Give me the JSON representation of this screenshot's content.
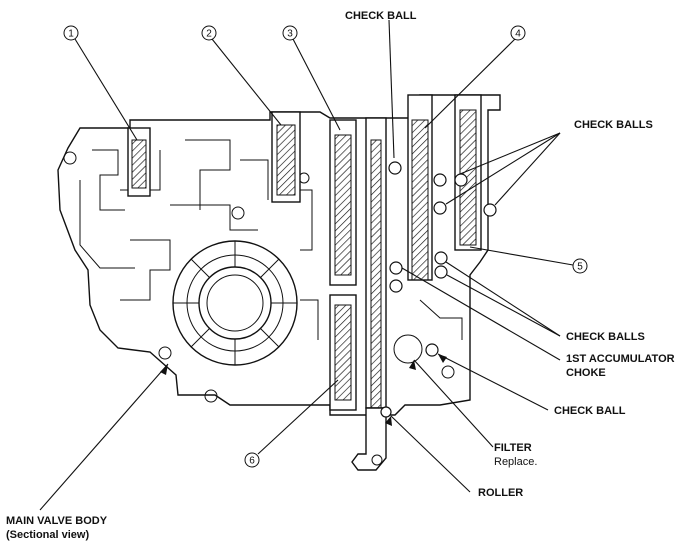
{
  "callouts": {
    "c1": "1",
    "c2": "2",
    "c3": "3",
    "c4": "4",
    "c5": "5",
    "c6": "6"
  },
  "labels": {
    "check_ball_top": "CHECK BALL",
    "check_balls_right": "CHECK BALLS",
    "check_balls_mid": "CHECK BALLS",
    "accumulator_choke_line1": "1ST ACCUMULATOR",
    "accumulator_choke_line2": "CHOKE",
    "check_ball_right": "CHECK BALL",
    "filter": "FILTER",
    "filter_note": "Replace.",
    "roller": "ROLLER",
    "main_valve_body": "MAIN VALVE BODY",
    "main_valve_body_note": "(Sectional view)"
  }
}
